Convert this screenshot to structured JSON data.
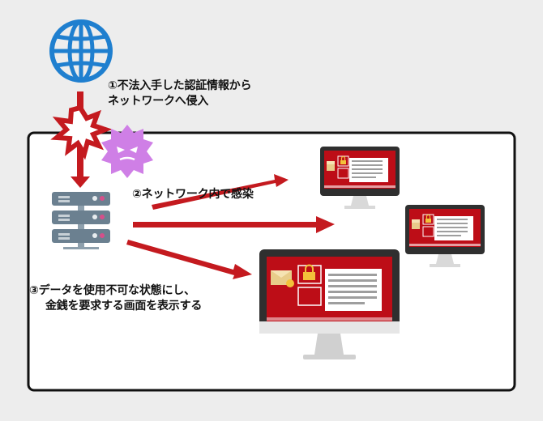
{
  "steps": {
    "step1_line1": "①不法入手した認証情報から",
    "step1_line2": "ネットワークへ侵入",
    "step2": "②ネットワーク内で感染",
    "step3_line1": "③データを使用不可な状態にし、",
    "step3_line2": "金銭を要求する画面を表示する"
  },
  "icons": {
    "internet": "globe-icon",
    "breach": "explosion-burst-icon",
    "malware": "virus-icon",
    "server": "server-rack-icon",
    "infected_pc": "ransomware-monitor-icon"
  },
  "colors": {
    "globe": "#1f7fcf",
    "arrow": "#c41a1f",
    "virus": "#cf7fe6",
    "server": "#6b8090",
    "ransom_screen": "#bd0d17",
    "frame": "#111111",
    "background": "#ededed"
  }
}
